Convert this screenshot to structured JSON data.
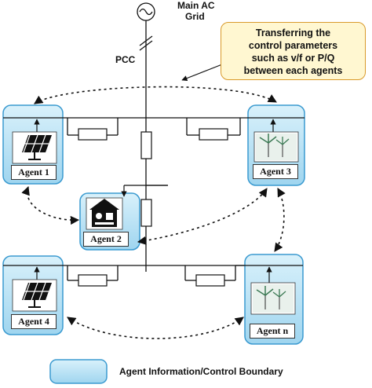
{
  "grid": {
    "title_line1": "Main AC",
    "title_line2": "Grid",
    "pcc_label": "PCC"
  },
  "callout": {
    "lines": [
      "Transferring the",
      "control parameters",
      "such as v/f or P/Q",
      "between each agents"
    ]
  },
  "agents": [
    {
      "id": "agent-1",
      "label": "Agent 1",
      "icon": "solar-panel-icon"
    },
    {
      "id": "agent-2",
      "label": "Agent 2",
      "icon": "house-load-icon"
    },
    {
      "id": "agent-3",
      "label": "Agent 3",
      "icon": "wind-turbine-icon"
    },
    {
      "id": "agent-4",
      "label": "Agent 4",
      "icon": "solar-panel-icon"
    },
    {
      "id": "agent-n",
      "label": "Agent n",
      "icon": "wind-turbine-icon"
    }
  ],
  "legend": {
    "label": "Agent Information/Control Boundary"
  },
  "colors": {
    "boundary_fill": "#bfe6f7",
    "boundary_stroke": "#3a9ad0",
    "callout_fill": "#fff7d1",
    "callout_stroke": "#d99a2b"
  }
}
